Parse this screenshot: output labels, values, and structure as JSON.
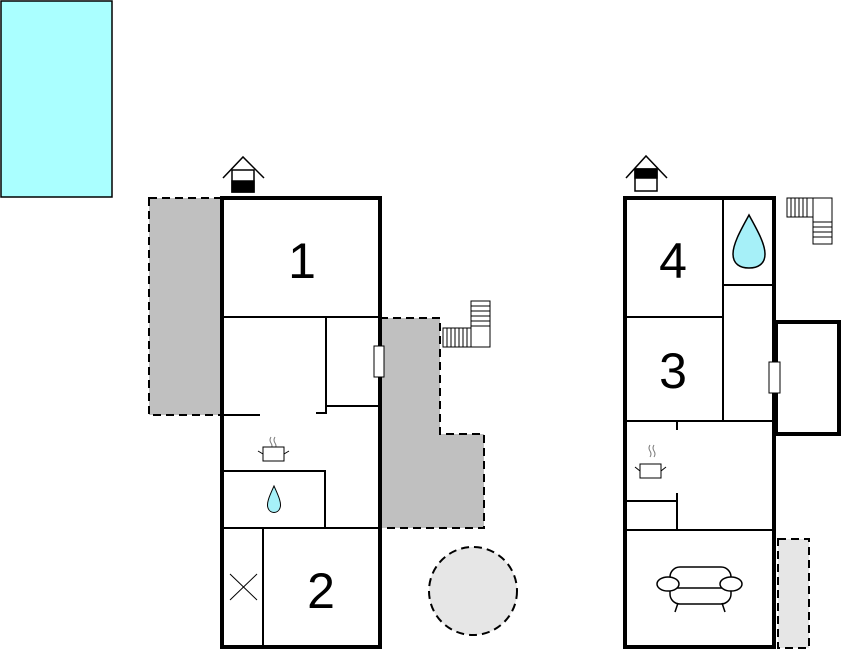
{
  "rooms": {
    "bedroom_1": "1",
    "bedroom_2": "2",
    "bedroom_3": "3",
    "bedroom_4": "4"
  },
  "colors": {
    "pool": "#aaffff",
    "terrace": "#c0c0c0",
    "light_area": "#e6e6e6",
    "water_drop": "#a6f0f8",
    "wall": "#000000"
  },
  "icons": [
    "pool",
    "entrance-house-icon",
    "stairs-icon",
    "door-icon",
    "cooking-pot-icon",
    "water-drop-icon",
    "toilet-cross-icon",
    "sofa-icon"
  ]
}
